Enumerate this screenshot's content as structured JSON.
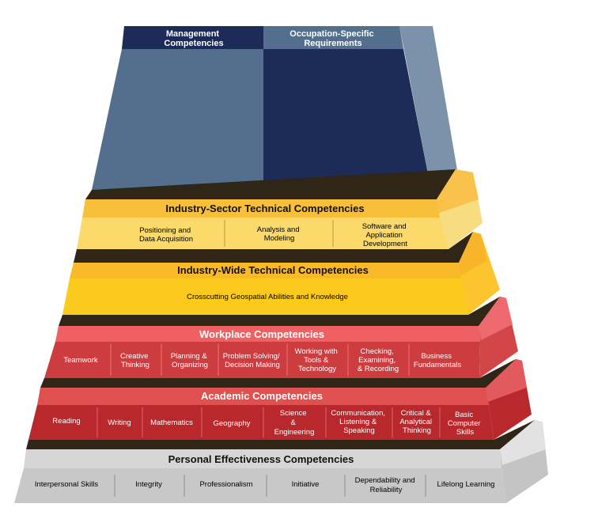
{
  "top_block": {
    "headers": [
      {
        "label": [
          "Management",
          "Competencies"
        ]
      },
      {
        "label": [
          "Occupation-Specific",
          "Requirements"
        ]
      }
    ]
  },
  "tiers": [
    {
      "title": "Industry-Sector Technical Competencies",
      "cells": [
        [
          "Positioning and",
          "Data Acquisition"
        ],
        [
          "Analysis and",
          "Modeling"
        ],
        [
          "Software and",
          "Application",
          "Development"
        ]
      ]
    },
    {
      "title": "Industry-Wide Technical Competencies",
      "cells": [
        [
          "Crosscutting Geospatial Abilities and Knowledge"
        ]
      ]
    },
    {
      "title": "Workplace Competencies",
      "cells": [
        [
          "Teamwork"
        ],
        [
          "Creative",
          "Thinking"
        ],
        [
          "Planning &",
          "Organizing"
        ],
        [
          "Problem Solving/",
          "Decision Making"
        ],
        [
          "Working with",
          "Tools &",
          "Technology"
        ],
        [
          "Checking,",
          "Examining,",
          "& Recording"
        ],
        [
          "Business",
          "Fundamentals"
        ]
      ]
    },
    {
      "title": "Academic Competencies",
      "cells": [
        [
          "Reading"
        ],
        [
          "Writing"
        ],
        [
          "Mathematics"
        ],
        [
          "Geography"
        ],
        [
          "Science",
          "&",
          "Engineering"
        ],
        [
          "Communication,",
          "Listening &",
          "Speaking"
        ],
        [
          "Critical &",
          "Analytical",
          "Thinking"
        ],
        [
          "Basic",
          "Computer",
          "Skills"
        ]
      ]
    },
    {
      "title": "Personal Effectiveness Competencies",
      "cells": [
        [
          "Interpersonal Skills"
        ],
        [
          "Integrity"
        ],
        [
          "Professionalism"
        ],
        [
          "Initiative"
        ],
        [
          "Dependability and",
          "Reliability"
        ],
        [
          "Lifelong Learning"
        ]
      ]
    }
  ],
  "colors": {
    "navy": "#1c2b57",
    "slate": "#536f8d",
    "slate_side": "#7b92aa",
    "yellow_light": "#fbd96a",
    "yellow_band": "#f8bf3a",
    "yellow_gold": "#fcca1c",
    "red_light": "#ef6065",
    "red_body": "#cd3c3e",
    "red_dark": "#b8282c",
    "gray": "#c8c8c8",
    "dark": "#2f2617"
  }
}
